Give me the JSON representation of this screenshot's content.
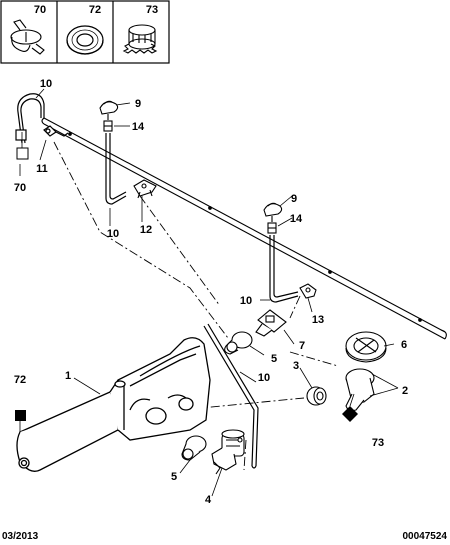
{
  "legend": [
    {
      "number": "70",
      "icon": "hose-clip-icon"
    },
    {
      "number": "72",
      "icon": "grommet-ring-icon"
    },
    {
      "number": "73",
      "icon": "toothed-seal-icon"
    }
  ],
  "callouts": {
    "c10a": "10",
    "c70a": "70",
    "c11": "11",
    "c9a": "9",
    "c14a": "14",
    "c12": "12",
    "c10b": "10",
    "c9b": "9",
    "c14b": "14",
    "c10c": "10",
    "c13": "13",
    "c7": "7",
    "c5a": "5",
    "c6": "6",
    "c3": "3",
    "c2": "2",
    "c10d": "10",
    "c1": "1",
    "c72": "72",
    "c73": "73",
    "c5b": "5",
    "c4": "4"
  },
  "footer": {
    "date": "03/2013",
    "reference": "00047524"
  }
}
